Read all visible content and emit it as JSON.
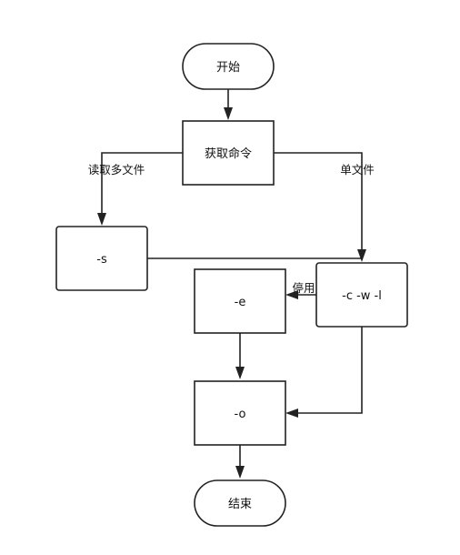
{
  "nodes": {
    "start": "开始",
    "get_command": "获取命令",
    "opt_s": "-s",
    "opt_e": "-e",
    "opt_cwl": "-c -w -l",
    "opt_o": "-o",
    "end": "结束"
  },
  "edge_labels": {
    "multi_file": "读取多文件",
    "single_file": "单文件",
    "disable": "停用"
  },
  "colors": {
    "stroke": "#222222",
    "fill": "#ffffff",
    "text": "#111111"
  }
}
